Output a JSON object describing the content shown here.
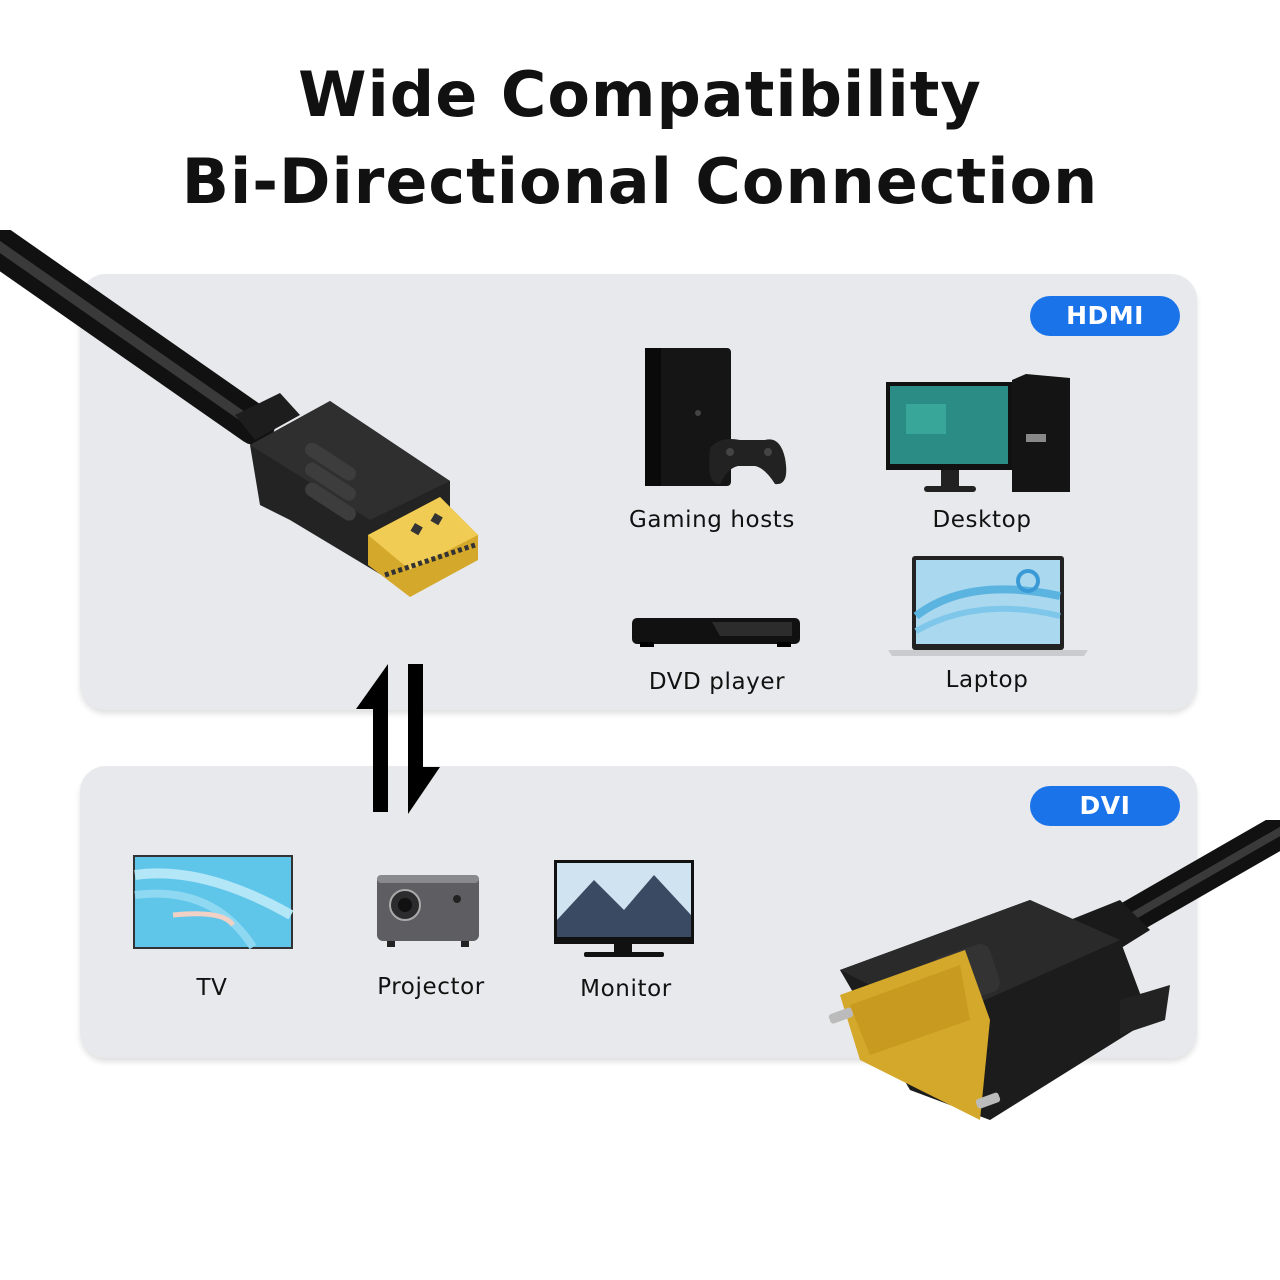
{
  "heading": {
    "line1": "Wide Compatibility",
    "line2": "Bi-Directional Connection"
  },
  "hdmi_panel": {
    "badge": "HDMI",
    "badge_color": "#1a73e8",
    "devices": [
      {
        "label": "Gaming hosts",
        "icon": "game-console-icon"
      },
      {
        "label": "Desktop",
        "icon": "desktop-computer-icon"
      },
      {
        "label": "DVD player",
        "icon": "dvd-player-icon"
      },
      {
        "label": "Laptop",
        "icon": "laptop-icon"
      }
    ]
  },
  "dvi_panel": {
    "badge": "DVI",
    "badge_color": "#1a73e8",
    "devices": [
      {
        "label": "TV",
        "icon": "tv-icon"
      },
      {
        "label": "Projector",
        "icon": "projector-icon"
      },
      {
        "label": "Monitor",
        "icon": "monitor-icon"
      }
    ]
  },
  "connector_arrows": "bidirectional-arrows-icon",
  "colors": {
    "panel_bg": "#e8e9ec",
    "badge_blue": "#1a73e8",
    "text": "#111111",
    "gold": "#d4a82a"
  }
}
